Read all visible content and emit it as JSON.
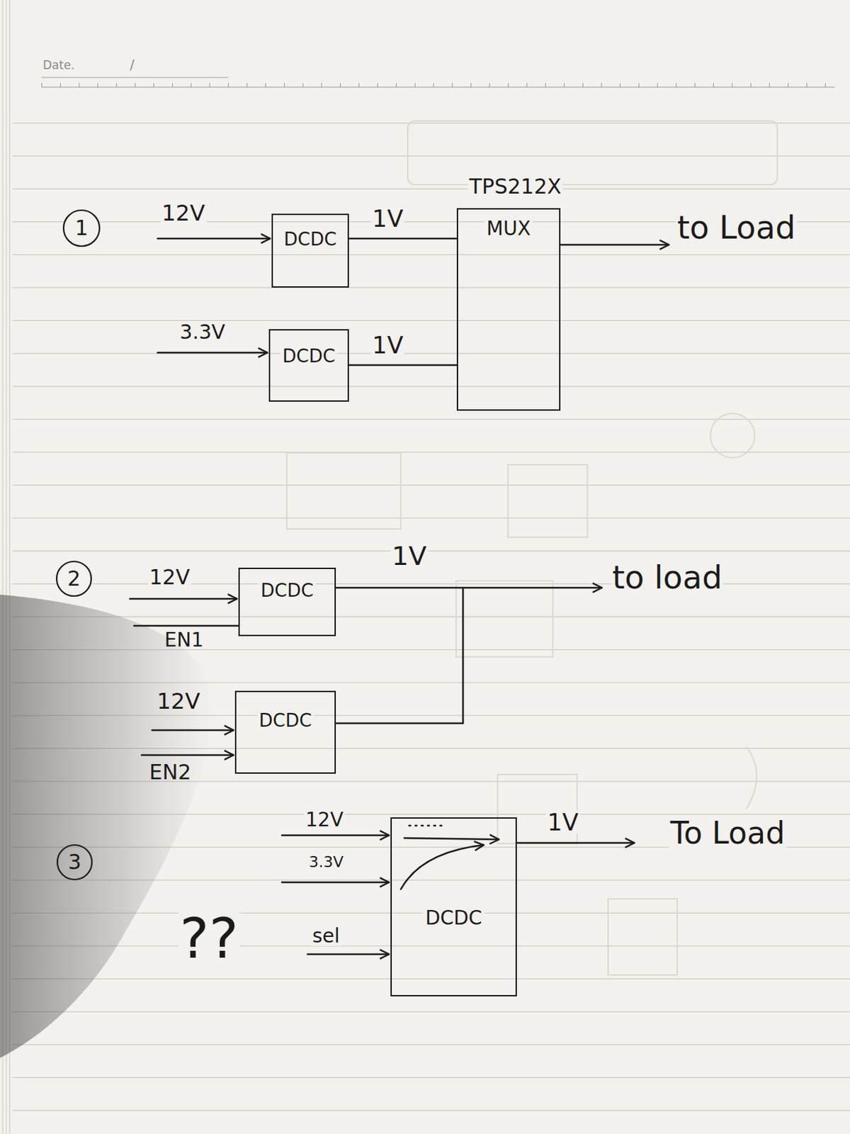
{
  "diagram": {
    "nodes": [
      {
        "text": [
          "DCDC"
        ]
      },
      {
        "text": [
          "DCDC"
        ]
      },
      {
        "text": [
          "TPS212X",
          "MUX"
        ]
      },
      {
        "text": [
          "DCDC"
        ]
      },
      {
        "text": [
          "DCDC"
        ]
      },
      {
        "text": [
          "DCDC"
        ]
      }
    ],
    "edges": [
      {
        "from": 0,
        "to": 2,
        "arrow": "none",
        "label": "1V"
      },
      {
        "from": 1,
        "to": 2,
        "arrow": "none",
        "label": "1V"
      }
    ],
    "labels": [
      "Date.",
      "/",
      "1",
      "12V",
      "3.3V",
      "to Load",
      "2",
      "12V",
      "EN1",
      "12V",
      "EN2",
      "1V",
      "to load",
      "3",
      "12V",
      "3.3V",
      "sel",
      "1V",
      "To Load",
      "??"
    ]
  }
}
